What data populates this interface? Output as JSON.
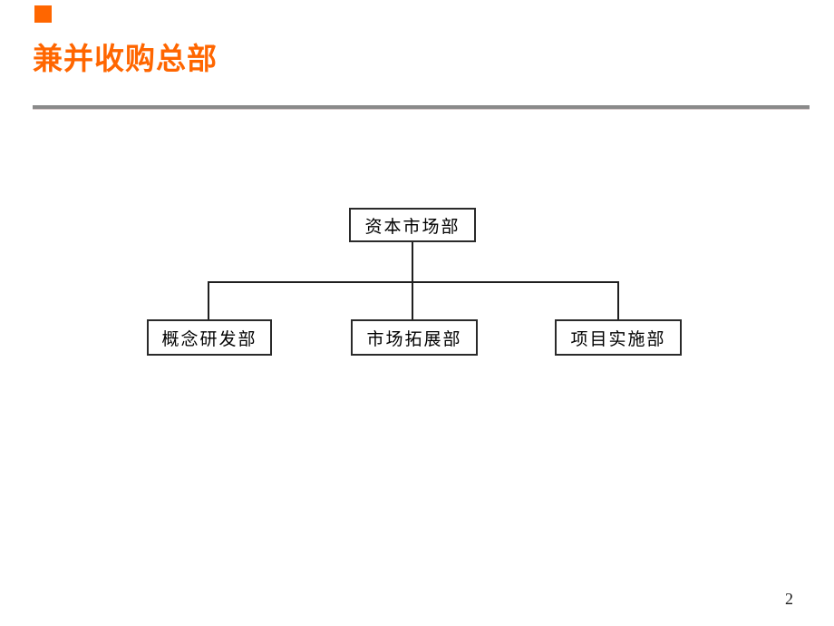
{
  "slide": {
    "title": "兼并收购总部",
    "page_number": "2"
  },
  "theme": {
    "accent_orange": "#FF6600",
    "rule_gray": "#8A8A8A",
    "connector_color": "#1F1F1F",
    "box_border_color": "#2A2A2A",
    "box_fill": "#FFFFFF"
  },
  "org_chart": {
    "type": "org-tree",
    "root": {
      "label": "资本市场部"
    },
    "children": [
      {
        "label": "概念研发部"
      },
      {
        "label": "市场拓展部"
      },
      {
        "label": "项目实施部"
      }
    ]
  }
}
